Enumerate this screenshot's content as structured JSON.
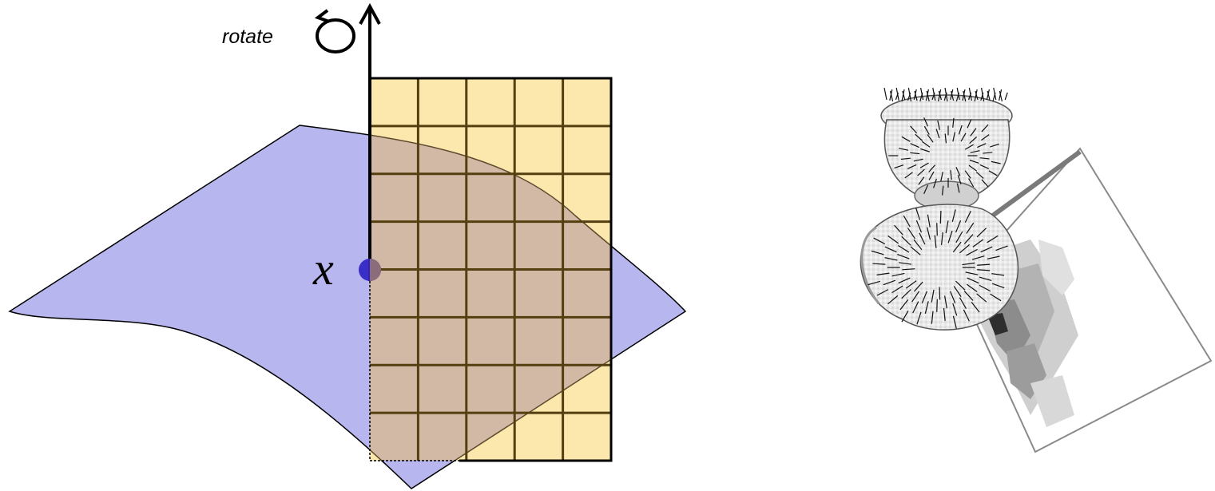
{
  "left_panel": {
    "rotate_label": "rotate",
    "point_label": "x",
    "grid": {
      "rows": 8,
      "cols": 5
    },
    "colors": {
      "surface": "#b8b6ee",
      "image_plane": "#fce7ac",
      "overlap": "#d2b9a5",
      "grid_lines": "#533f10",
      "point": "#3327c5"
    }
  },
  "right_panel": {
    "object": "spin-image-rendering"
  }
}
